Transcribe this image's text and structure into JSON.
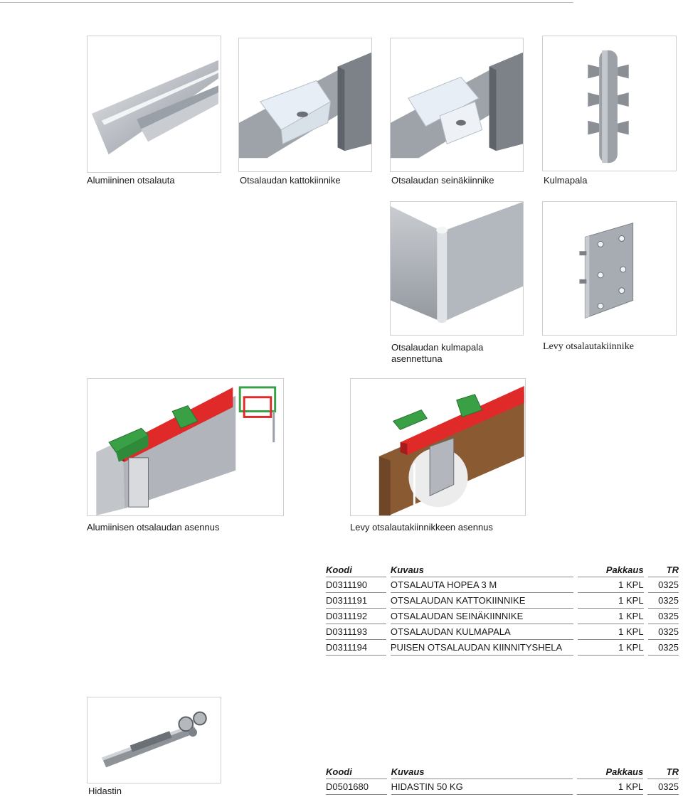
{
  "products": {
    "alu_fascia": "Alumiininen otsalauta",
    "ceiling_bracket": "Otsalaudan kattokiinnike",
    "wall_bracket": "Otsalaudan seinäkiinnike",
    "corner_piece": "Kulmapala",
    "corner_installed_line1": "Otsalaudan kulmapala",
    "corner_installed_line2": "asennettuna",
    "plate_bracket": "Levy otsalautakiinnike"
  },
  "installations": {
    "alu_install": "Alumiinisen otsalaudan asennus",
    "plate_install": "Levy otsalautakiinnikkeen asennus"
  },
  "table1": {
    "headers": {
      "code": "Koodi",
      "desc": "Kuvaus",
      "pack": "Pakkaus",
      "tr": "TR"
    },
    "rows": [
      {
        "code": "D0311190",
        "desc": "OTSALAUTA HOPEA 3 M",
        "pack": "1 KPL",
        "tr": "0325"
      },
      {
        "code": "D0311191",
        "desc": "OTSALAUDAN KATTOKIINNIKE",
        "pack": "1 KPL",
        "tr": "0325"
      },
      {
        "code": "D0311192",
        "desc": "OTSALAUDAN SEINÄKIINNIKE",
        "pack": "1 KPL",
        "tr": "0325"
      },
      {
        "code": "D0311193",
        "desc": "OTSALAUDAN KULMAPALA",
        "pack": "1 KPL",
        "tr": "0325"
      },
      {
        "code": "D0311194",
        "desc": "PUISEN OTSALAUDAN KIINNITYSHELA",
        "pack": "1 KPL",
        "tr": "0325"
      }
    ]
  },
  "damper": {
    "caption": "Hidastin",
    "table": {
      "headers": {
        "code": "Koodi",
        "desc": "Kuvaus",
        "pack": "Pakkaus",
        "tr": "TR"
      },
      "rows": [
        {
          "code": "D0501680",
          "desc": "HIDASTIN 50 KG",
          "pack": "1 KPL",
          "tr": "0325"
        }
      ]
    }
  },
  "colors": {
    "frame_border": "#cfcfcf",
    "rule": "#8a8a8a",
    "profile_red": "#e02a2a",
    "bracket_green": "#3aa046",
    "wood": "#8a5a33",
    "aluminium": "#b8bcc2"
  }
}
